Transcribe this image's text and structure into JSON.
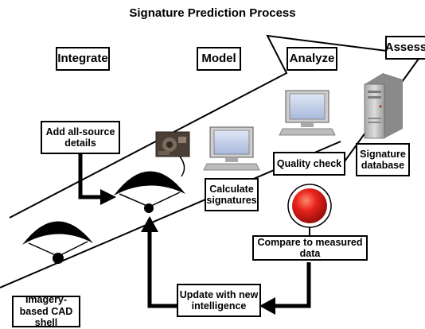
{
  "title": "Signature Prediction Process",
  "stages": {
    "integrate": "Integrate",
    "model": "Model",
    "analyze": "Analyze",
    "assess": "Assess"
  },
  "steps": {
    "add_details": "Add all-source details",
    "quality_check": "Quality check",
    "signature_database": "Signature database",
    "calculate_signatures": "Calculate signatures",
    "compare_measured": "Compare to measured data",
    "update_intelligence": "Update with new intelligence",
    "imagery_cad": "Imagery-based CAD shell"
  },
  "colors": {
    "line": "#000000",
    "indicator_red": "#e8231d",
    "monitor_body": "#cfcfcf",
    "screen": "#b8c6e3",
    "server": "#c9c9c9"
  },
  "icons": [
    "parachute-icon",
    "computer-icon",
    "server-icon",
    "status-light-icon",
    "photo-thumbnail"
  ]
}
